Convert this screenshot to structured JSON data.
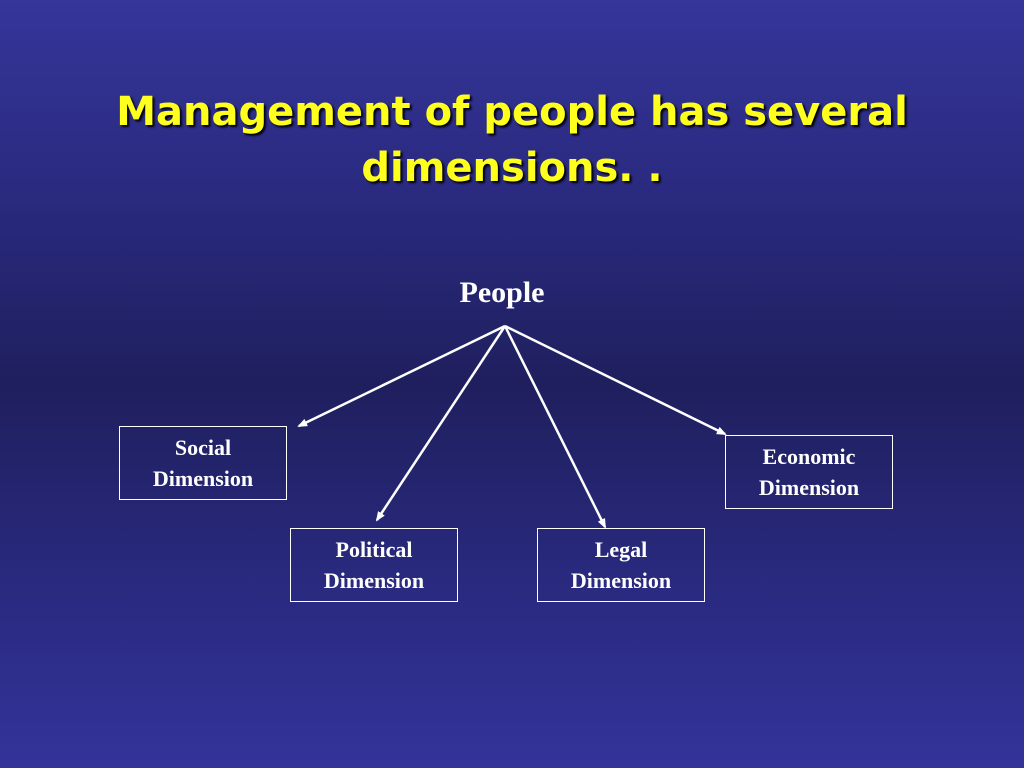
{
  "slide": {
    "title_line1": "Management of people has several",
    "title_line2": "dimensions. ."
  },
  "diagram": {
    "root": "People",
    "nodes": [
      {
        "line1": "Social",
        "line2": "Dimension"
      },
      {
        "line1": "Political",
        "line2": "Dimension"
      },
      {
        "line1": "Legal",
        "line2": "Dimension"
      },
      {
        "line1": "Economic",
        "line2": "Dimension"
      }
    ]
  },
  "colors": {
    "title": "#ffff1e",
    "text": "#ffffff",
    "background": "#2a2a80"
  }
}
